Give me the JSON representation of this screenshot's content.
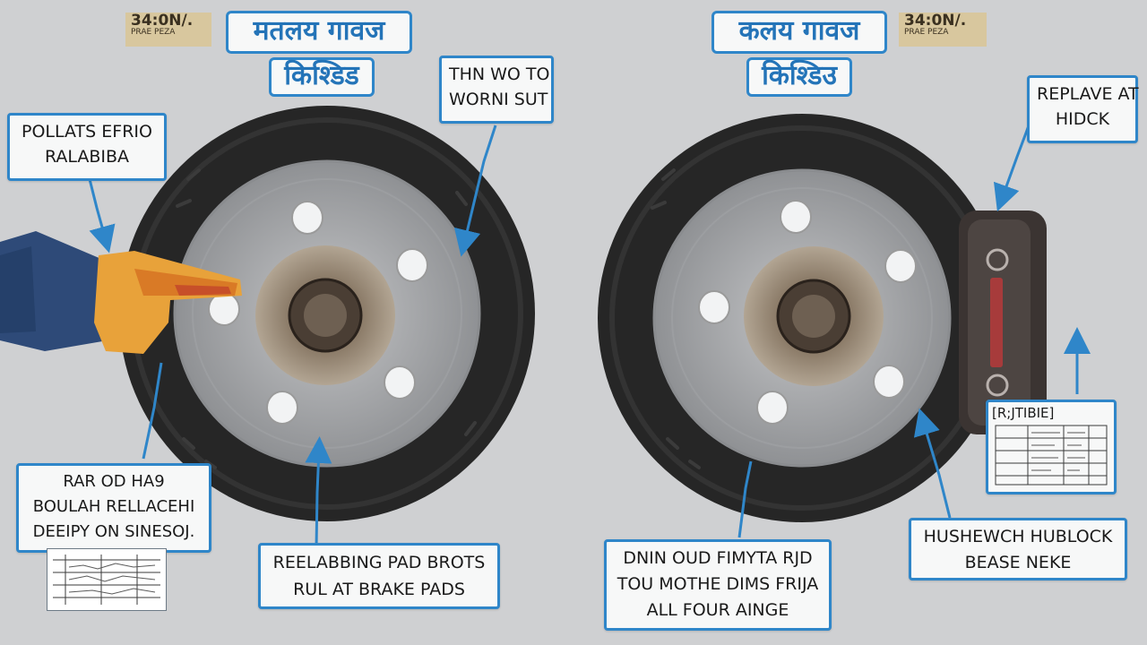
{
  "colors": {
    "background": "#cfd0d2",
    "callout_border": "#2f86c9",
    "arrow": "#2f86c9",
    "tire": "#262626",
    "rotor": "#a9abad",
    "hub": "#8b7a66",
    "title_text": "#2474b8",
    "price_tag": "#d8c79e",
    "glove": "#e8a23a",
    "sleeve": "#2e4a78",
    "caliper": "#3b3432",
    "caliper_text": "#b73a3a"
  },
  "left": {
    "title_line1": "मतलय गावज",
    "title_line2": "किश्डिड",
    "price_big": "34:0N/.",
    "price_small": "PRAE PEZA",
    "callouts": {
      "top_left": [
        "POLLATS EFRIO",
        "RALABIBA"
      ],
      "top_right": [
        "THN WO TO",
        "WORNI SUT"
      ],
      "bottom_left": [
        "RAR OD HA9",
        "BOULAH RELLACEHI",
        "DEEIPY ON SINESOJ."
      ],
      "bottom_center": [
        "REELABBING PAD BROTS",
        "RUL AT BRAKE PADS"
      ]
    },
    "mini_chart_label": "",
    "glove_icon": "gloved-hand-icon"
  },
  "right": {
    "title_line1": "कलय गावज",
    "title_line2": "किश्डिउ",
    "price_big": "34:0N/.",
    "price_small": "PRAE PEZA",
    "callouts": {
      "top_right": [
        "REPLAVE AT",
        "HIDCK"
      ],
      "bottom_center": [
        "DNIN OUD FIMYTA RJD",
        "TOU MOTHE DIMS FRIJA",
        "ALL FOUR AINGE"
      ],
      "bottom_right": [
        "HUSHEWCH HUBLOCK",
        "BEASE NEKE"
      ]
    },
    "chart_title": "[R;JTIBIE]",
    "caliper_icon": "brake-caliper-icon"
  }
}
